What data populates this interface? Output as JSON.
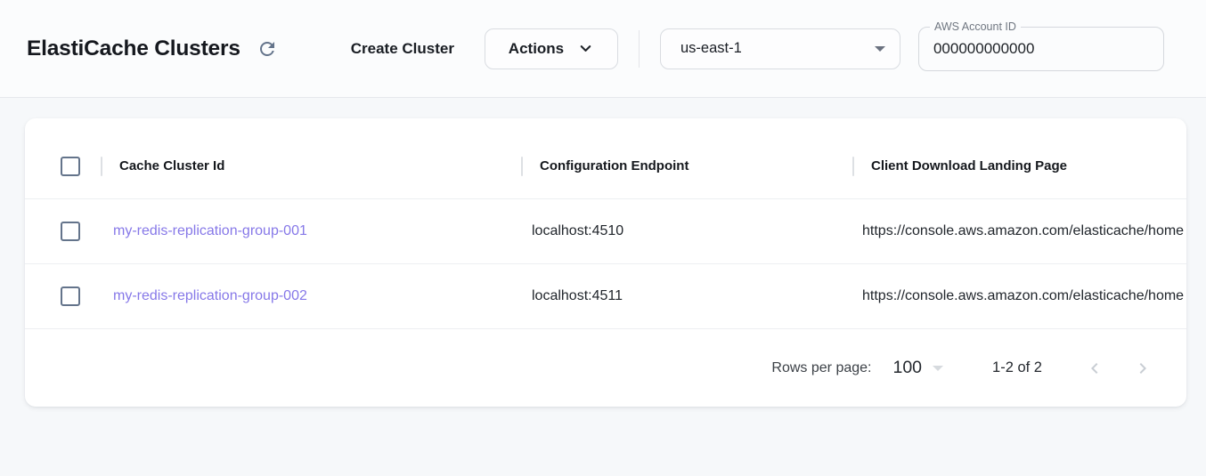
{
  "header": {
    "title": "ElastiCache Clusters",
    "create_button_label": "Create Cluster",
    "actions_button_label": "Actions",
    "region_select": {
      "value": "us-east-1"
    },
    "account_field": {
      "label": "AWS Account ID",
      "value": "000000000000"
    }
  },
  "table": {
    "columns": [
      {
        "label": "Cache Cluster Id"
      },
      {
        "label": "Configuration Endpoint"
      },
      {
        "label": "Client Download Landing Page"
      }
    ],
    "rows": [
      {
        "cache_cluster_id": "my-redis-replication-group-001",
        "configuration_endpoint": "localhost:4510",
        "client_download_landing_page": "https://console.aws.amazon.com/elasticache/home"
      },
      {
        "cache_cluster_id": "my-redis-replication-group-002",
        "configuration_endpoint": "localhost:4511",
        "client_download_landing_page": "https://console.aws.amazon.com/elasticache/home"
      }
    ],
    "pagination": {
      "rows_per_page_label": "Rows per page:",
      "rows_per_page_value": "100",
      "range_label": "1-2 of 2"
    }
  },
  "icons": {
    "refresh": "circular-arrow-refresh",
    "chevron_down": "chevron-down",
    "caret_down": "filled-caret-down",
    "chevron_left": "chevron-left",
    "chevron_right": "chevron-right"
  },
  "colors": {
    "link": "#8678e8",
    "icon_gray": "#64748b",
    "disabled_nav": "#c8cdd3",
    "card_bg": "#ffffff",
    "page_bg": "#f6f8fa",
    "topbar_bg": "#fbfcfd"
  }
}
